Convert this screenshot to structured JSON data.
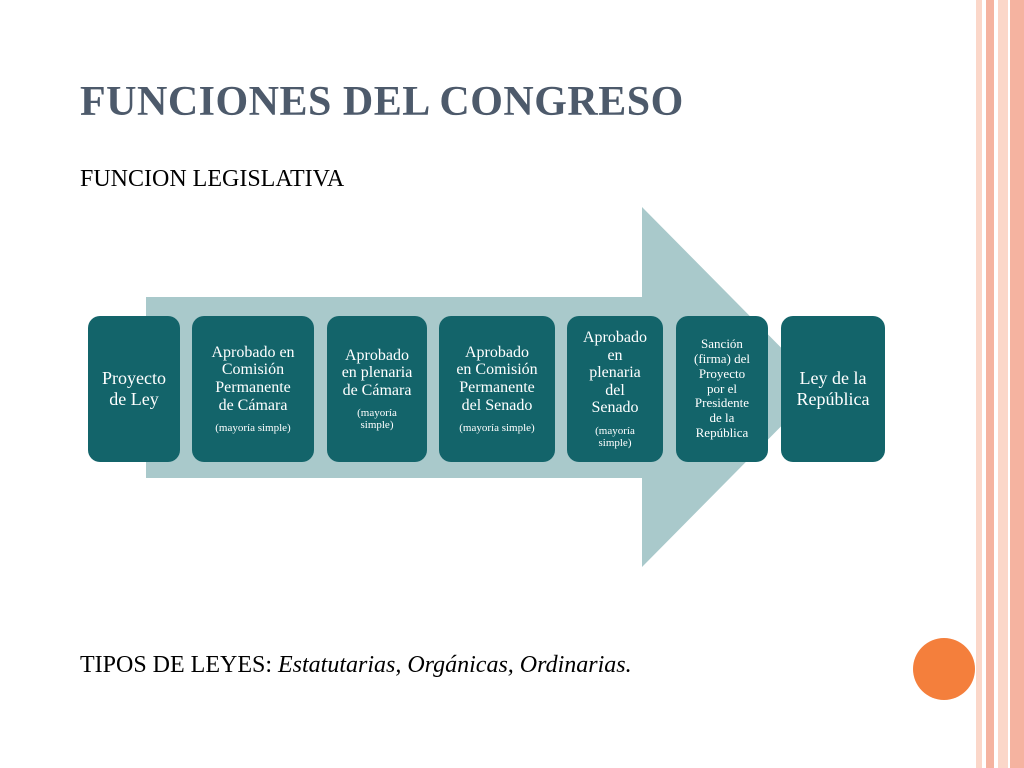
{
  "title": "FUNCIONES DEL CONGRESO",
  "subtitle": "FUNCION LEGISLATIVA",
  "footer": {
    "label": "TIPOS DE LEYES: ",
    "types": "Estatutarias, Orgánicas, Ordinarias."
  },
  "steps": [
    {
      "main": "Proyecto\nde Ley",
      "note": ""
    },
    {
      "main": "Aprobado en\nComisión\nPermanente\nde Cámara",
      "note": "(mayoría simple)"
    },
    {
      "main": "Aprobado\nen plenaria\nde Cámara",
      "note": "(mayoría\nsimple)"
    },
    {
      "main": "Aprobado\nen Comisión\nPermanente\ndel Senado",
      "note": "(mayoría simple)"
    },
    {
      "main": "Aprobado\nen\nplenaria\ndel\nSenado",
      "note": "(mayoría\nsimple)"
    },
    {
      "main": "Sanción\n(firma) del\nProyecto\npor el\nPresidente\nde la\nRepública",
      "note": ""
    },
    {
      "main": "Ley de la\nRepública",
      "note": ""
    }
  ],
  "colors": {
    "box": "#13646a",
    "arrow": "#a9c9cb",
    "title": "#4d5a6b",
    "accent_dot": "#f47f3c",
    "stripe_light": "#fbd7c9",
    "stripe_mid": "#f5b3a0"
  }
}
